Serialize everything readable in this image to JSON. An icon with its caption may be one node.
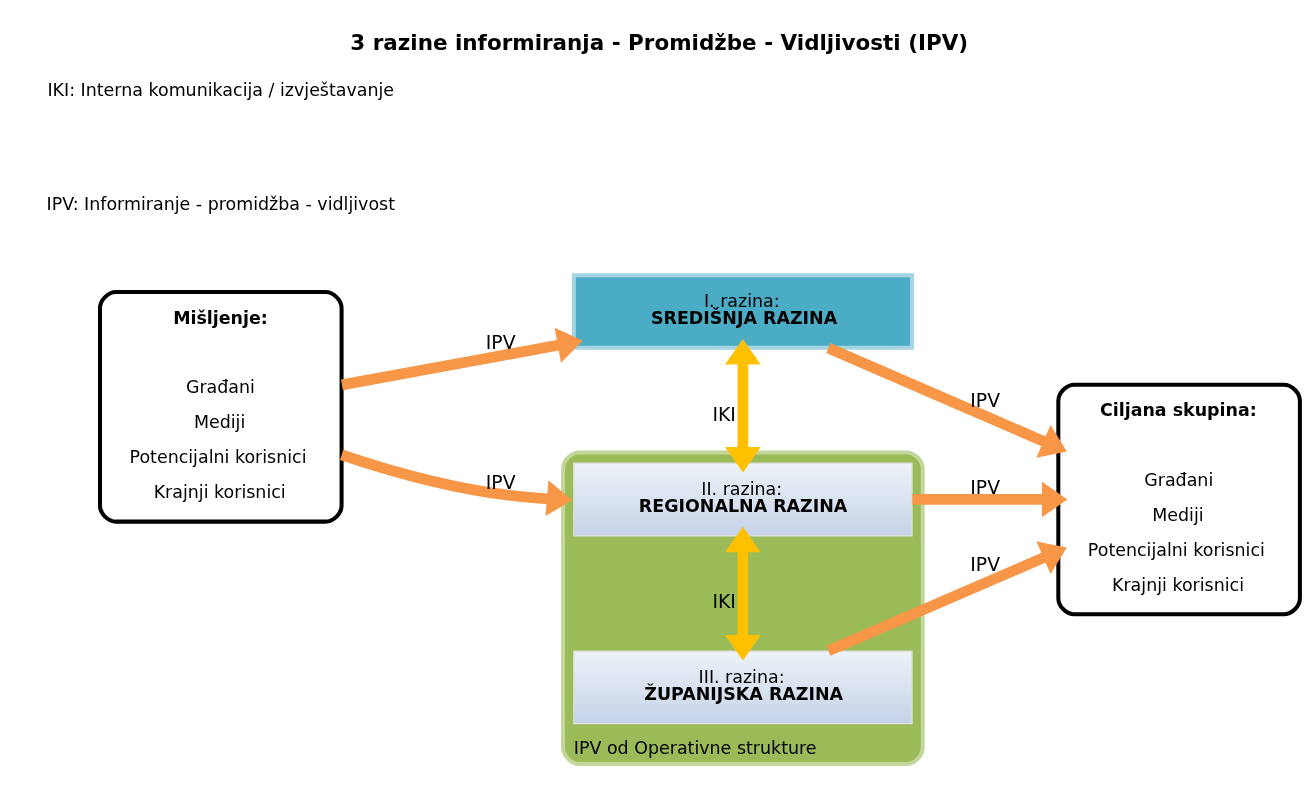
{
  "diagram": {
    "title": "3 razine informiranja - Promidžbe - Vidljivosti (IPV)",
    "nodes": [
      {
        "text": [
          "Mišljenje:",
          "Građani",
          "Mediji",
          "Potencijalni korisnici",
          "Krajnji korisnici"
        ]
      },
      {
        "text": [
          "I. razina:",
          "SREDIŠNJA RAZINA"
        ]
      },
      {
        "text": [
          "IPV od Operativne strukture"
        ]
      },
      {
        "text": [
          "II. razina:",
          "REGIONALNA RAZINA"
        ],
        "in": 2
      },
      {
        "text": [
          "III. razina:",
          "ŽUPANIJSKA RAZINA"
        ],
        "in": 2
      },
      {
        "text": [
          "Ciljana skupina:",
          "Građani",
          "Mediji",
          "Potencijalni korisnici",
          "Krajnji korisnici"
        ]
      }
    ],
    "edges": [
      {
        "from": 0,
        "to": 1,
        "arrow": "to",
        "label": "IPV"
      },
      {
        "from": 0,
        "to": 2,
        "arrow": "to",
        "label": "IPV"
      },
      {
        "from": 1,
        "to": 3,
        "arrow": "both",
        "label": "IKI",
        "color": "#ffc000"
      },
      {
        "from": 1,
        "to": 5,
        "arrow": "to",
        "label": "IPV"
      },
      {
        "from": 3,
        "to": 4,
        "arrow": "both",
        "label": "IKI",
        "color": "#ffc000"
      },
      {
        "from": 3,
        "to": 5,
        "arrow": "to",
        "label": "IPV"
      },
      {
        "from": 4,
        "to": 5,
        "arrow": "to",
        "label": "IPV"
      }
    ],
    "labels": [
      "IPV: Informiranje - promidžba - vidljivost",
      "IKI: Interna komunikacija / izvještavanje"
    ]
  }
}
